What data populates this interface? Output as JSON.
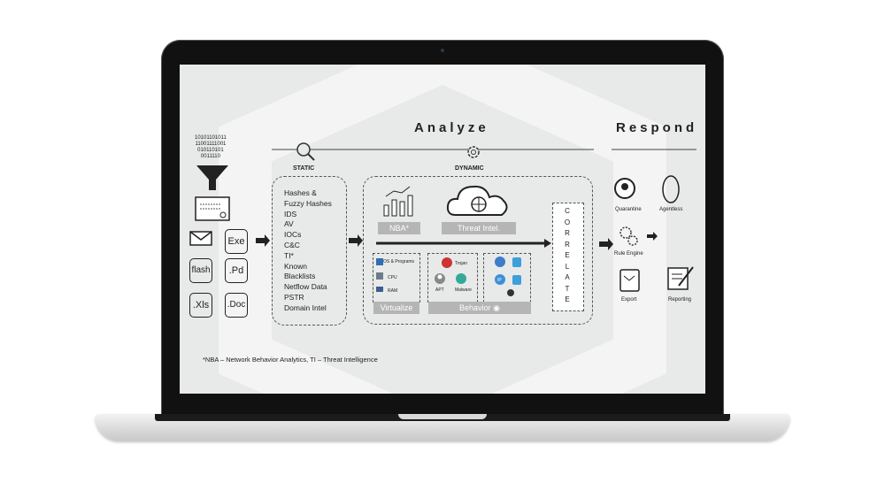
{
  "headings": {
    "analyze": "Analyze",
    "respond": "Respond"
  },
  "sections": {
    "static": "STATIC",
    "dynamic": "DYNAMIC"
  },
  "binary_lines": [
    "10101101011",
    "11001111001",
    "010110101",
    "0011110"
  ],
  "files": [
    "Exe",
    "flash",
    ".Pd",
    ".Xls",
    ".Doc"
  ],
  "static_list": [
    "Hashes &",
    "Fuzzy Hashes",
    "IDS",
    "AV",
    "IOCs",
    "C&C",
    "TI*",
    "Known",
    "Blacklists",
    "Netflow Data",
    "PSTR",
    "Domain Intel"
  ],
  "labels": {
    "nba": "NBA*",
    "threat_intel": "Threat Intel.",
    "virtualize": "Virtualize",
    "behavior": "Behavior"
  },
  "virtualize_items": [
    "OS & Programs",
    "CPU",
    "RAM"
  ],
  "behavior_items": [
    "Trojan",
    "APT",
    "Malware",
    "IP"
  ],
  "correlate_letters": [
    "C",
    "O",
    "R",
    "R",
    "E",
    "L",
    "A",
    "T",
    "E"
  ],
  "respond_items": {
    "quarantine": "Quarantine",
    "agentless": "Agentless",
    "rule_engine": "Rule Engine",
    "export": "Export",
    "reporting": "Reporting"
  },
  "footnote": "*NBA – Network Behavior Analytics, TI – Threat Intelligence",
  "colors": {
    "bezel": "#111111",
    "screen": "#e8e9e9",
    "label_bg": "#b5b5b5"
  }
}
